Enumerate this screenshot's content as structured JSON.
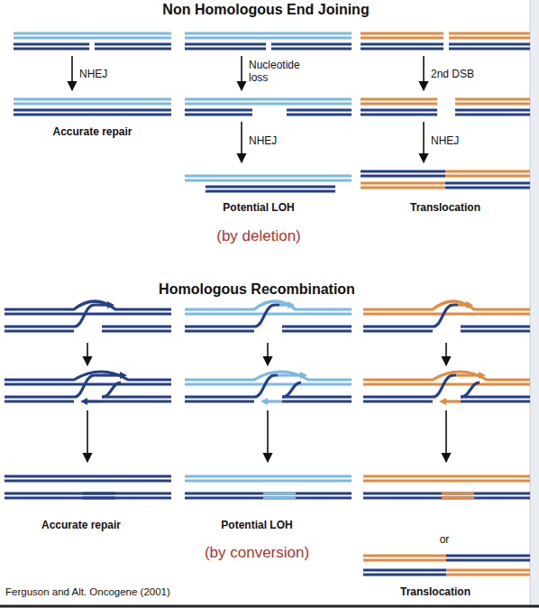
{
  "diagram": {
    "caption": "Ferguson and Alt. Oncogene (2001)",
    "labels": [
      "Non Homologous End Joining",
      "NHEJ",
      "Nucleotide loss",
      "2nd DSB",
      "Accurate repair",
      "NHEJ",
      "NHEJ",
      "Potential LOH",
      "Translocation",
      "(by deletion)",
      "Homologous Recombination",
      "Accurate repair",
      "Potential LOH",
      "(by conversion)",
      "or",
      "Translocation"
    ]
  }
}
